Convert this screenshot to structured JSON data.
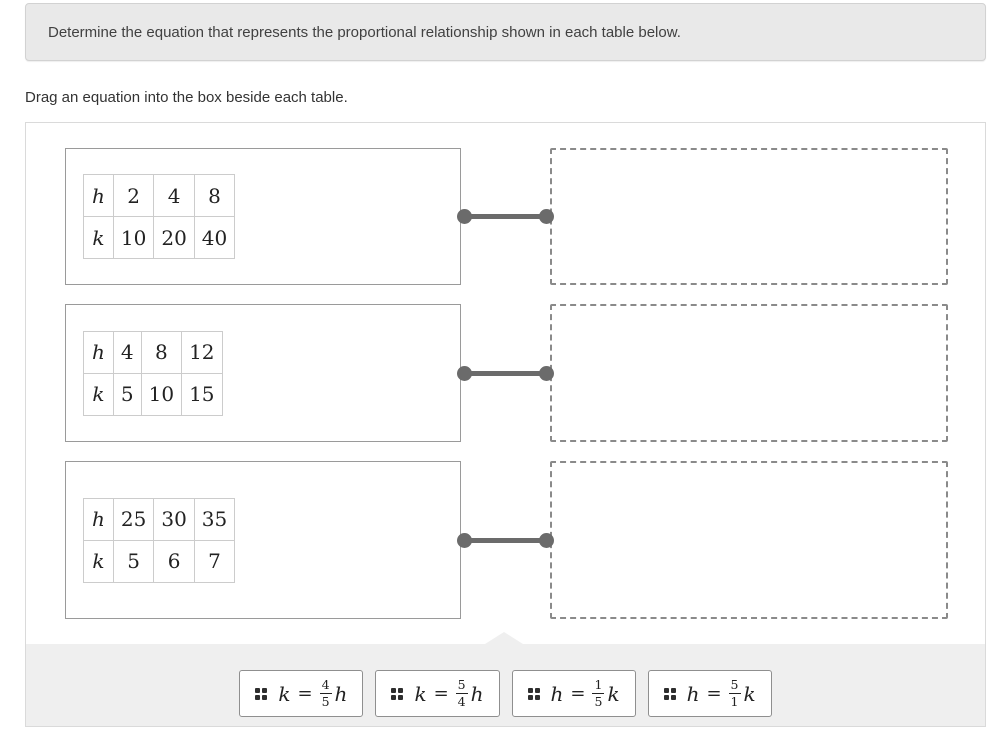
{
  "prompt": "Determine the equation that represents the proportional relationship shown in each table below.",
  "instruction": "Drag an equation into the box beside each table.",
  "rows": [
    {
      "labels": [
        "h",
        "k"
      ],
      "values": [
        [
          "2",
          "4",
          "8"
        ],
        [
          "10",
          "20",
          "40"
        ]
      ]
    },
    {
      "labels": [
        "h",
        "k"
      ],
      "values": [
        [
          "4",
          "8",
          "12"
        ],
        [
          "5",
          "10",
          "15"
        ]
      ]
    },
    {
      "labels": [
        "h",
        "k"
      ],
      "values": [
        [
          "25",
          "30",
          "35"
        ],
        [
          "5",
          "6",
          "7"
        ]
      ]
    }
  ],
  "choices": [
    {
      "lhs": "k",
      "equals": "=",
      "numerator": "4",
      "denominator": "5",
      "rhs": "h"
    },
    {
      "lhs": "k",
      "equals": "=",
      "numerator": "5",
      "denominator": "4",
      "rhs": "h"
    },
    {
      "lhs": "h",
      "equals": "=",
      "numerator": "1",
      "denominator": "5",
      "rhs": "k"
    },
    {
      "lhs": "h",
      "equals": "=",
      "numerator": "5",
      "denominator": "1",
      "rhs": "k"
    }
  ],
  "colors": {
    "prompt_bg": "#e9e9e9",
    "prompt_border": "#d2d2d2",
    "tray_bg": "#efefef",
    "connector": "#6b6b6b",
    "card_border": "#9a9a9a",
    "dropzone_border": "#8a8a8a",
    "table_border": "#cccccc",
    "text": "#414141"
  }
}
